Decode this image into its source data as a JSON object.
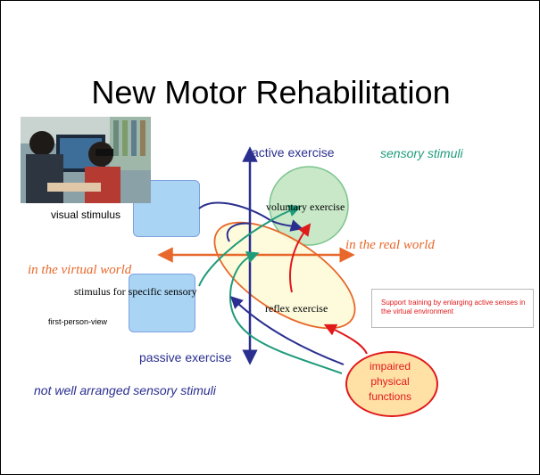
{
  "slide": {
    "title": "New Motor Rehabilitation"
  },
  "labels": {
    "active_exercise": "active exercise",
    "passive_exercise": "passive exercise",
    "sensory_stimuli": "sensory stimuli",
    "real_world": "in the real world",
    "virtual_world": "in the virtual world",
    "visual_stimulus": "visual stimulus",
    "stimulus_specific": "stimulus for specific sensory",
    "first_person_view": "first-person-view",
    "voluntary_exercise": "voluntary exercise",
    "reflex_exercise": "reflex exercise",
    "impaired_functions": "impaired\nphysical\nfunctions",
    "not_arranged": "not well arranged sensory stimuli",
    "support_note": "Support training by enlarging active senses in the virtual environment"
  },
  "colors": {
    "axis_blue": "#2a2f8f",
    "horizontal_orange": "#e8672a",
    "green": "#1f9b7a",
    "red": "#e0191b",
    "box_fill": "#a9d4f3",
    "voluntary_fill": "#c8e8c8",
    "reflex_fill": "#fdfbd8"
  }
}
